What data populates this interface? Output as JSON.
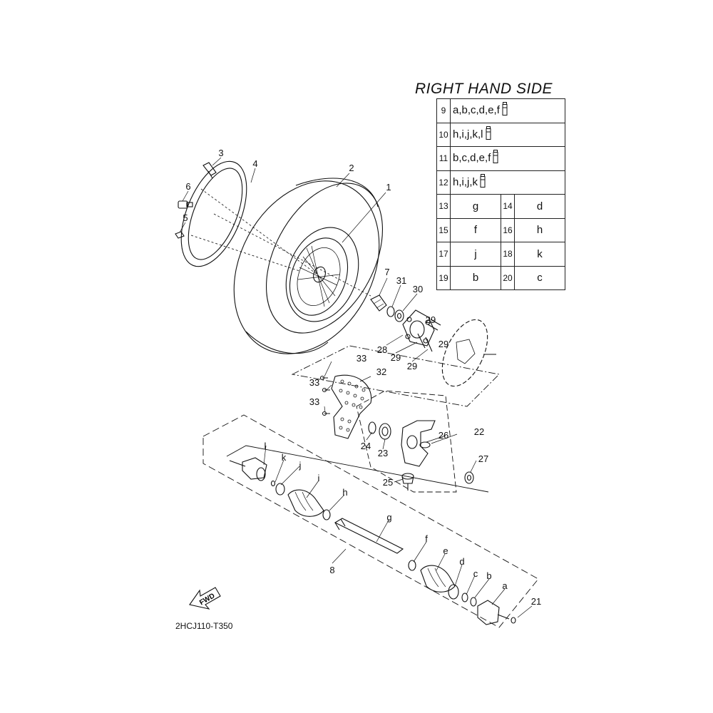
{
  "title": "RIGHT HAND SIDE",
  "diagram_code": "2HCJ110-T350",
  "fwd_label": "FWD",
  "table": {
    "wide_rows": [
      {
        "num": "9",
        "text": "a,b,c,d,e,f",
        "icon": "grease-tube-icon"
      },
      {
        "num": "10",
        "text": "h,i,j,k,l",
        "icon": "grease-tube-icon"
      },
      {
        "num": "11",
        "text": "b,c,d,e,f",
        "icon": "grease-tube-icon"
      },
      {
        "num": "12",
        "text": "h,i,j,k",
        "icon": "grease-tube-icon"
      }
    ],
    "pair_rows": [
      [
        {
          "num": "13",
          "val": "g"
        },
        {
          "num": "14",
          "val": "d"
        }
      ],
      [
        {
          "num": "15",
          "val": "f"
        },
        {
          "num": "16",
          "val": "h"
        }
      ],
      [
        {
          "num": "17",
          "val": "j"
        },
        {
          "num": "18",
          "val": "k"
        }
      ],
      [
        {
          "num": "19",
          "val": "b"
        },
        {
          "num": "20",
          "val": "c"
        }
      ]
    ]
  },
  "callouts": {
    "c1": "1",
    "c2": "2",
    "c3": "3",
    "c4": "4",
    "c5": "5",
    "c6": "6",
    "c7": "7",
    "c8": "8",
    "c21": "21",
    "c22": "22",
    "c23": "23",
    "c24": "24",
    "c25": "25",
    "c26": "26",
    "c27": "27",
    "c28": "28",
    "c29a": "29",
    "c29b": "29",
    "c29c": "29",
    "c29d": "29",
    "c30": "30",
    "c31": "31",
    "c32": "32",
    "c33a": "33",
    "c33b": "33",
    "c33c": "33",
    "ca": "a",
    "cb": "b",
    "cc": "c",
    "cd": "d",
    "ce": "e",
    "cf": "f",
    "cg": "g",
    "ch": "h",
    "ci": "i",
    "cj": "j",
    "ck": "k",
    "cl": "l"
  }
}
